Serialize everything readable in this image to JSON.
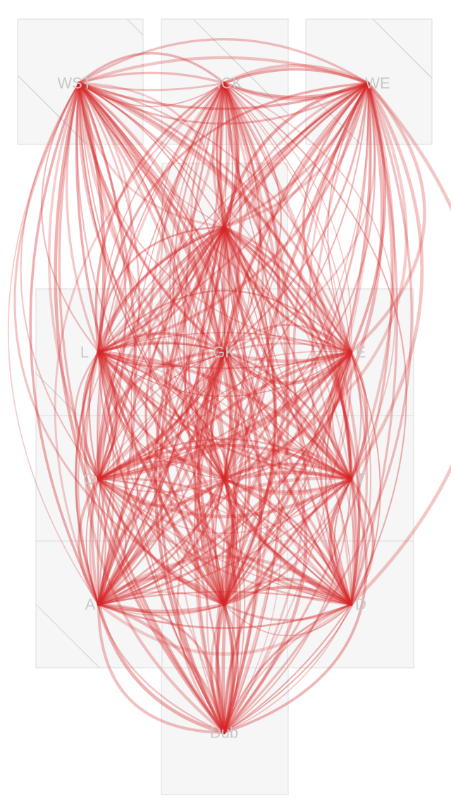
{
  "colors": {
    "flow": "#d62728",
    "tile_fill": "#f6f6f6",
    "tile_border": "#dcdcdc",
    "label": "#c8c8c8"
  },
  "nodes": [
    {
      "id": "n1",
      "label": "WST"
    },
    {
      "id": "n2",
      "label": "ICK"
    },
    {
      "id": "n3",
      "label": "WE"
    },
    {
      "id": "n4",
      "label": ""
    },
    {
      "id": "n5",
      "label": "L"
    },
    {
      "id": "n6",
      "label": "GK"
    },
    {
      "id": "n7",
      "label": "E"
    },
    {
      "id": "n8",
      "label": "C"
    },
    {
      "id": "n9",
      "label": ""
    },
    {
      "id": "n10",
      "label": "T"
    },
    {
      "id": "n11",
      "label": "A"
    },
    {
      "id": "n12",
      "label": ""
    },
    {
      "id": "n13",
      "label": "D"
    },
    {
      "id": "n14",
      "label": "Dub"
    }
  ]
}
